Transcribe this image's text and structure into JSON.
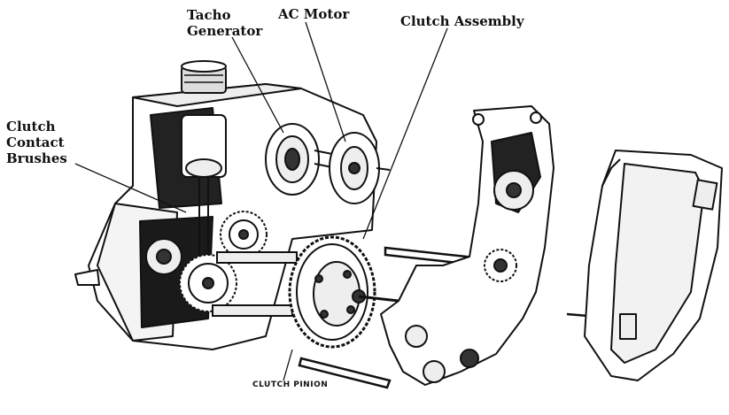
{
  "labels": {
    "tacho_line1": "Tacho",
    "tacho_line2": "Generator",
    "ac_motor": "AC Motor",
    "clutch_assembly": "Clutch Assembly",
    "brushes_line1": "Clutch",
    "brushes_line2": "Contact",
    "brushes_line3": "Brushes",
    "clutch_pinion": "CLUTCH PINION"
  },
  "colors": {
    "ink": "#111111",
    "shade": "#555555",
    "paper": "#ffffff"
  }
}
